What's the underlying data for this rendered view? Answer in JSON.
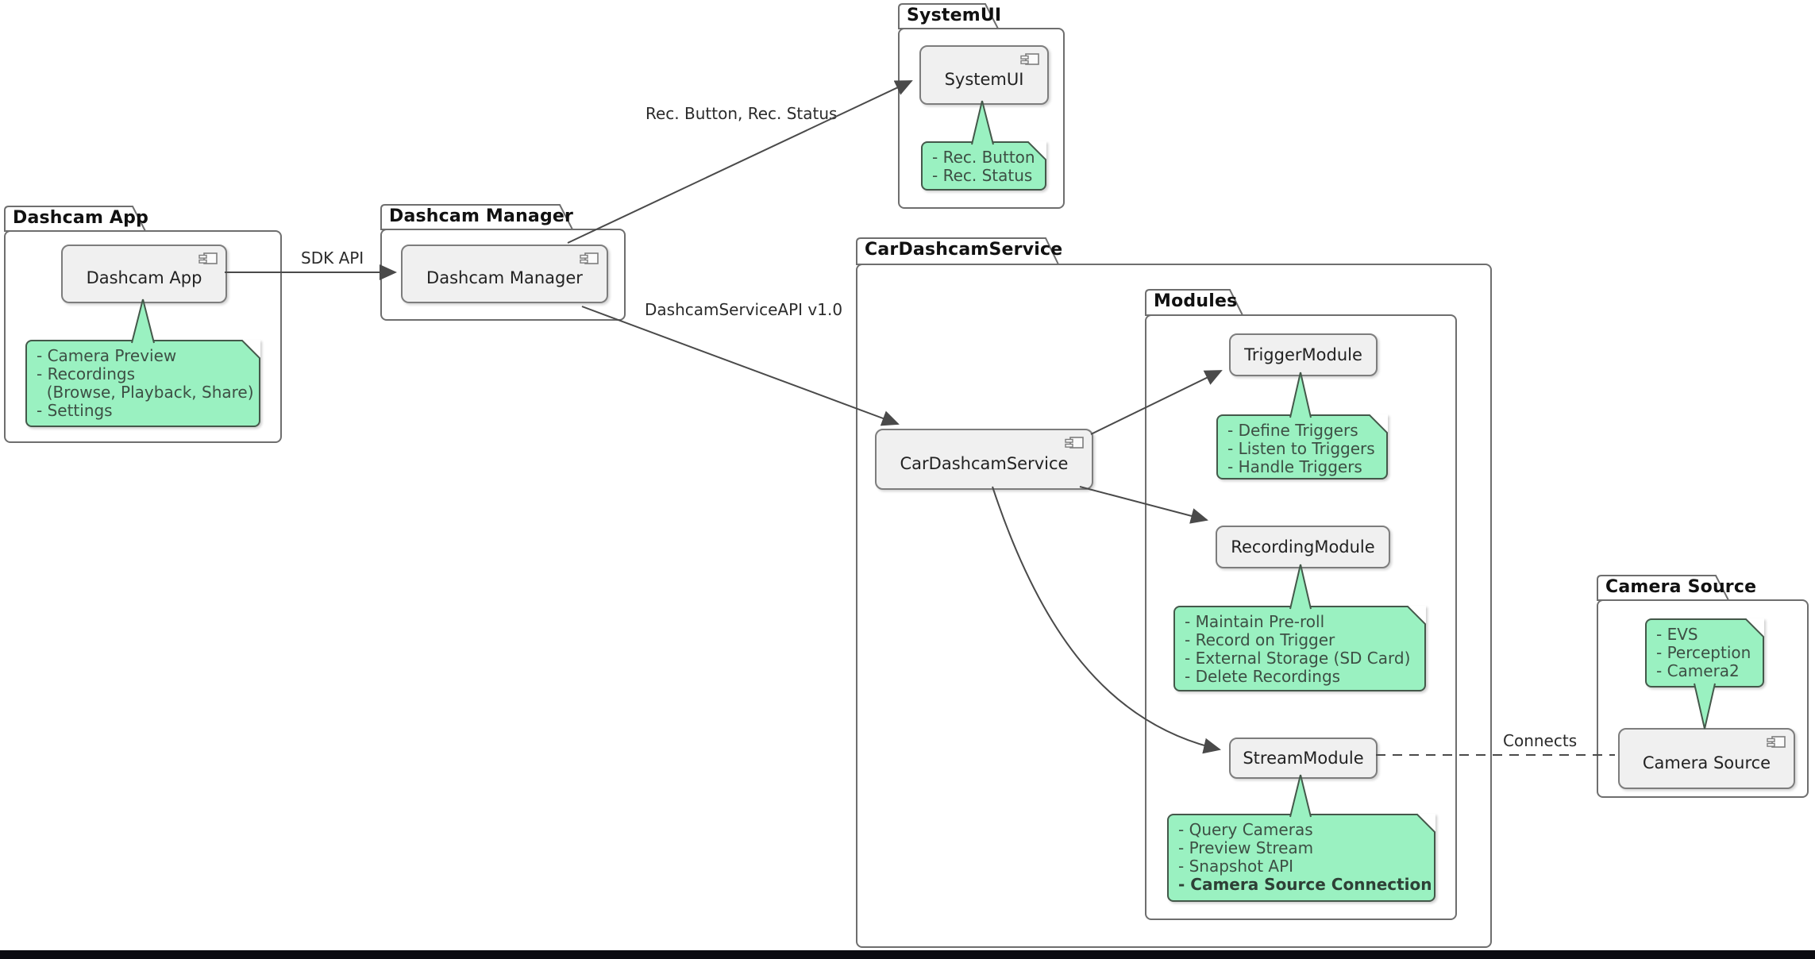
{
  "colors": {
    "note_fill": "#9af1c1",
    "note_border": "#44584a",
    "note_text": "#3d4f44",
    "component_fill": "#f0f0f0",
    "component_border": "#7d7d7d",
    "package_border": "#6e6e6e",
    "arrow": "#4a4a4a",
    "label_text": "#1f1f1f",
    "bottom_bar": "#0c0c11"
  },
  "packages": {
    "dashcam_app": {
      "title": "Dashcam App"
    },
    "dashcam_manager": {
      "title": "Dashcam Manager"
    },
    "systemui": {
      "title": "SystemUI"
    },
    "car_dashcam_service": {
      "title": "CarDashcamService"
    },
    "modules": {
      "title": "Modules"
    },
    "camera_source": {
      "title": "Camera Source"
    }
  },
  "components": {
    "dashcam_app": {
      "label": "Dashcam App"
    },
    "dashcam_manager": {
      "label": "Dashcam Manager"
    },
    "systemui": {
      "label": "SystemUI"
    },
    "car_dashcam_service": {
      "label": "CarDashcamService"
    },
    "camera_source": {
      "label": "Camera Source"
    },
    "trigger_module": {
      "label": "TriggerModule"
    },
    "recording_module": {
      "label": "RecordingModule"
    },
    "stream_module": {
      "label": "StreamModule"
    }
  },
  "notes": {
    "dashcam_app": {
      "lines": [
        "- Camera Preview",
        "- Recordings",
        "  (Browse, Playback, Share)",
        "- Settings"
      ]
    },
    "systemui": {
      "lines": [
        "- Rec. Button",
        "- Rec. Status"
      ]
    },
    "trigger_module": {
      "lines": [
        "- Define Triggers",
        "- Listen to Triggers",
        "- Handle Triggers"
      ]
    },
    "recording_module": {
      "lines": [
        "- Maintain Pre-roll",
        "- Record on Trigger",
        "- External Storage (SD Card)",
        "- Delete Recordings"
      ]
    },
    "stream_module": {
      "lines": [
        "- Query Cameras",
        "- Preview Stream",
        "- Snapshot API",
        "- Camera Source Connection"
      ]
    },
    "camera_source": {
      "lines": [
        "- EVS",
        "- Perception",
        "- Camera2"
      ]
    }
  },
  "edges": {
    "sdk_api": {
      "label": "SDK API"
    },
    "rec_ui": {
      "label": "Rec. Button, Rec. Status"
    },
    "service_api": {
      "label": "DashcamServiceAPI v1.0"
    },
    "connects": {
      "label": "Connects"
    }
  }
}
